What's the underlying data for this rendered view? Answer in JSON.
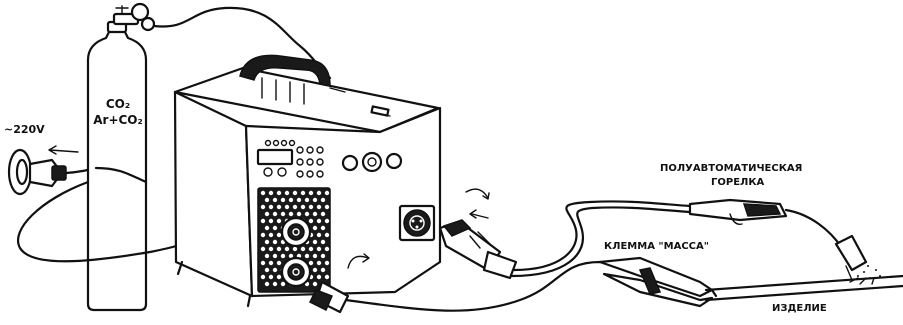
{
  "labels": {
    "voltage": "~220V",
    "gas_line1": "CO₂",
    "gas_line2": "Ar+CO₂",
    "torch_line1": "ПОЛУАВТОМАТИЧЕСКАЯ",
    "torch_line2": "ГОРЕЛКА",
    "clamp": "КЛЕММА \"МАССА\"",
    "workpiece": "ИЗДЕЛИЕ"
  }
}
